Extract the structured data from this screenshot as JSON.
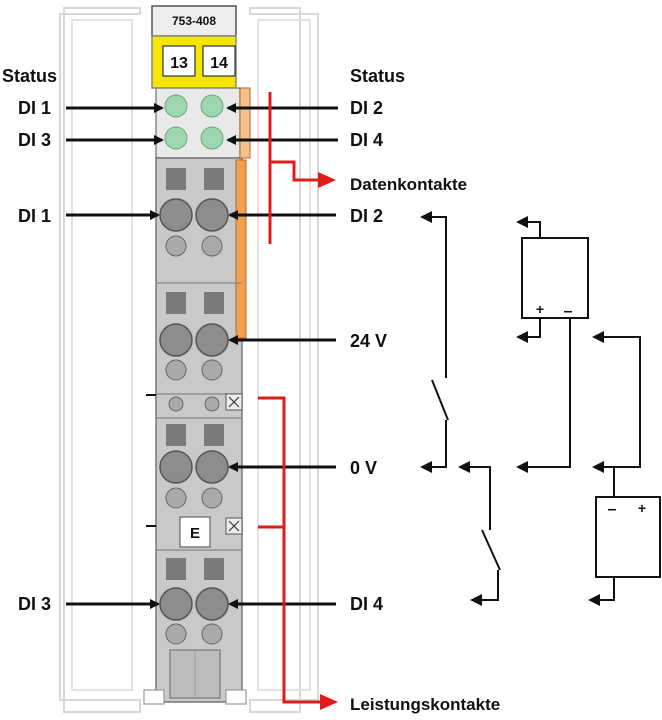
{
  "module": {
    "type_label": "753-408",
    "marker_left": "13",
    "marker_right": "14",
    "ground_label": "E"
  },
  "labels": {
    "status_left": "Status",
    "status_right": "Status",
    "di1_status": "DI 1",
    "di3_status": "DI 3",
    "di2_status": "DI 2",
    "di4_status": "DI 4",
    "di1_terminal": "DI 1",
    "di2_terminal": "DI 2",
    "v24": "24 V",
    "v0": "0 V",
    "di3_terminal": "DI 3",
    "di4_terminal": "DI 4",
    "datenkontakte": "Datenkontakte",
    "leistungskontakte": "Leistungskontakte"
  },
  "batteries": {
    "upper_plus": "+",
    "upper_minus": "–",
    "lower_minus": "–",
    "lower_plus": "+"
  },
  "colors": {
    "module_grey": "#c9c9c9",
    "led_green": "#9ed6b0",
    "marker_yellow": "#f5e600",
    "contact_orange": "#f0a050",
    "arrow_red": "#e01b1b",
    "outline_grey": "#d8d8d8"
  }
}
